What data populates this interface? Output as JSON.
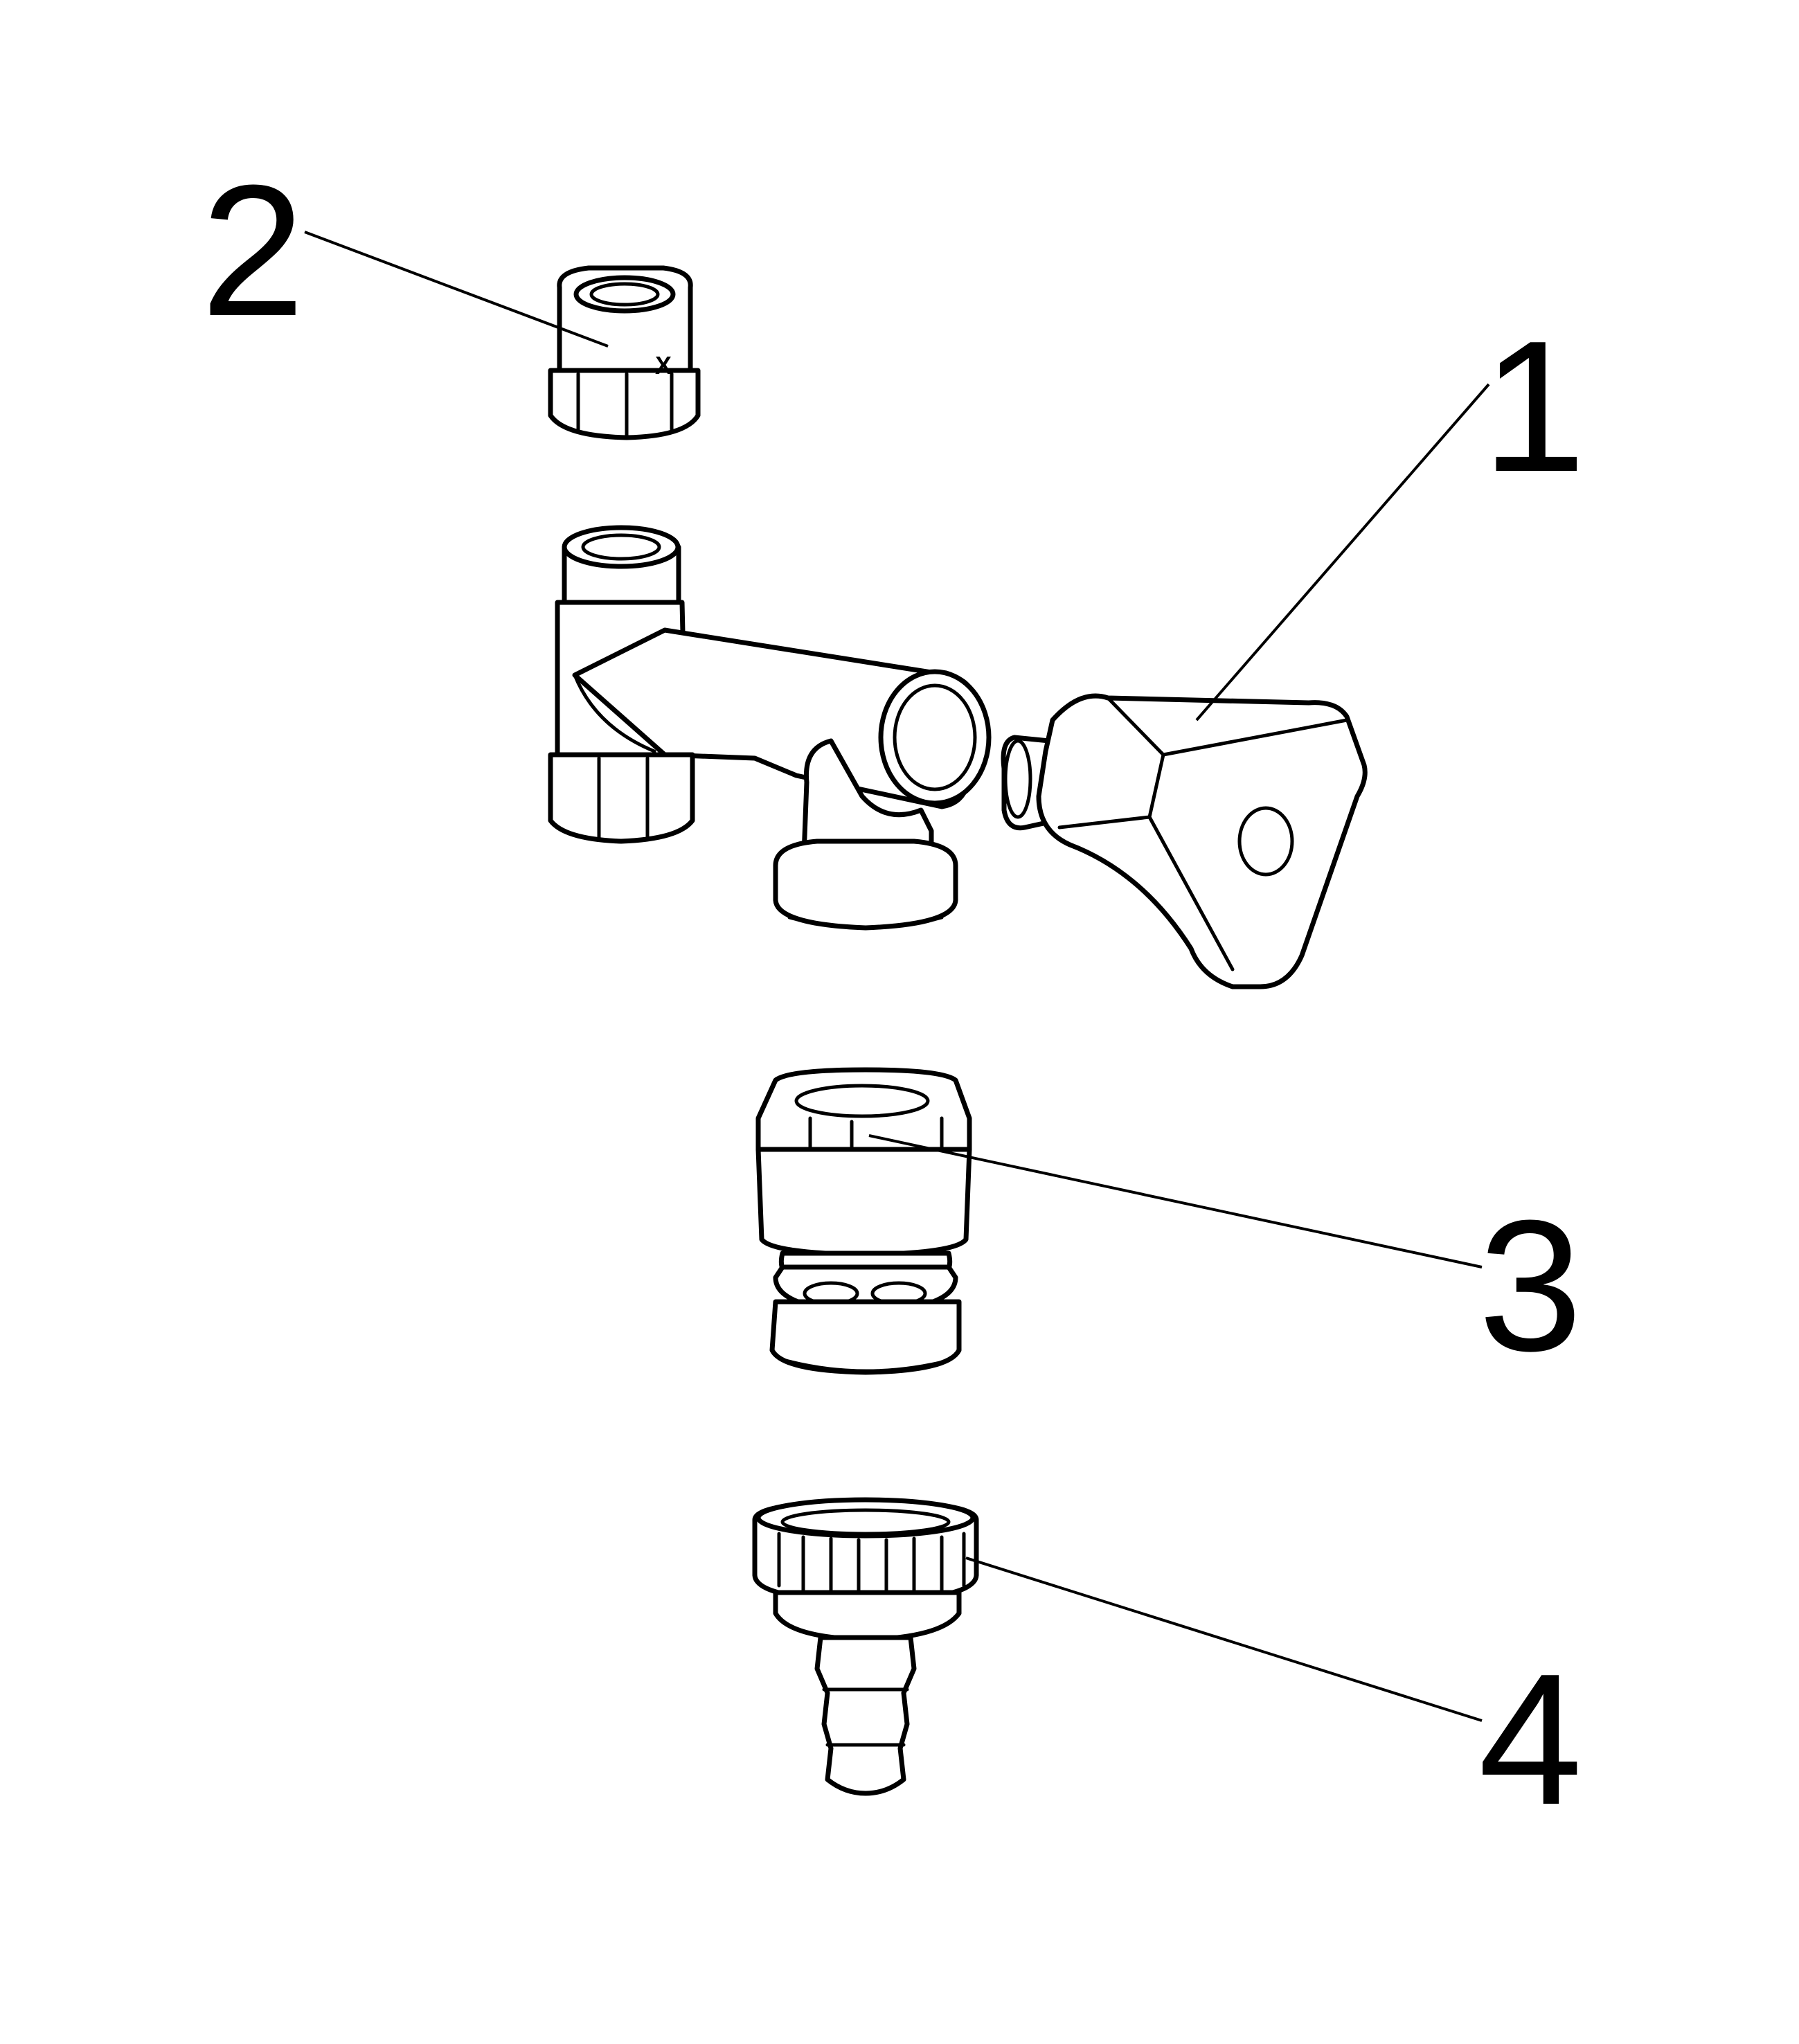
{
  "diagram": {
    "type": "exploded-parts-view",
    "ink_color": "#000000",
    "background_color": "#ffffff",
    "callouts": [
      {
        "id": "part-1",
        "label": "1"
      },
      {
        "id": "part-2",
        "label": "2"
      },
      {
        "id": "part-3",
        "label": "3"
      },
      {
        "id": "part-4",
        "label": "4"
      }
    ],
    "marks": {
      "cap_marking": "X"
    }
  }
}
